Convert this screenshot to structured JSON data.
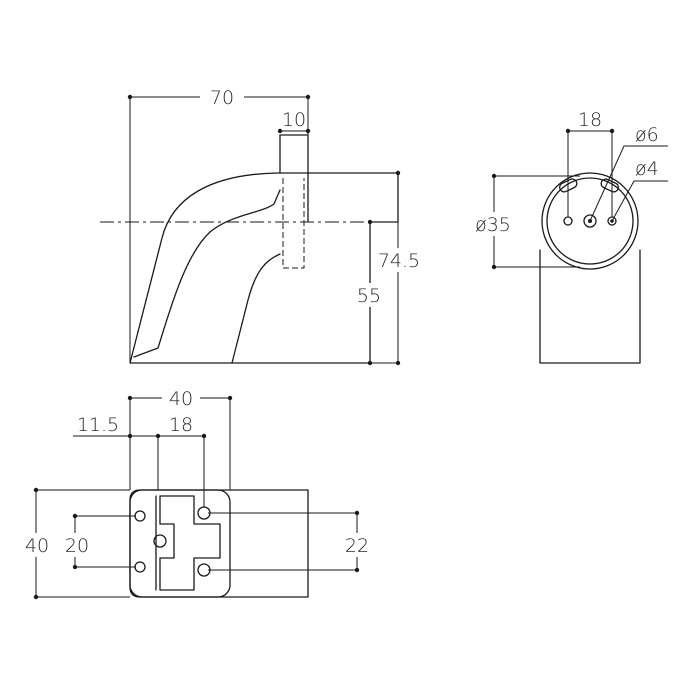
{
  "dimensions": {
    "side_width": "70",
    "side_stem_width": "10",
    "side_height_total": "74.5",
    "side_height_center": "55",
    "end_hole_spacing": "18",
    "end_hole_large_dia": "ø6",
    "end_hole_small_dia": "ø4",
    "end_diameter": "ø35",
    "base_width": "40",
    "base_offset": "11.5",
    "base_hole_spacing": "18",
    "base_height": "40",
    "base_left_spacing": "20",
    "base_right_spacing": "22"
  }
}
